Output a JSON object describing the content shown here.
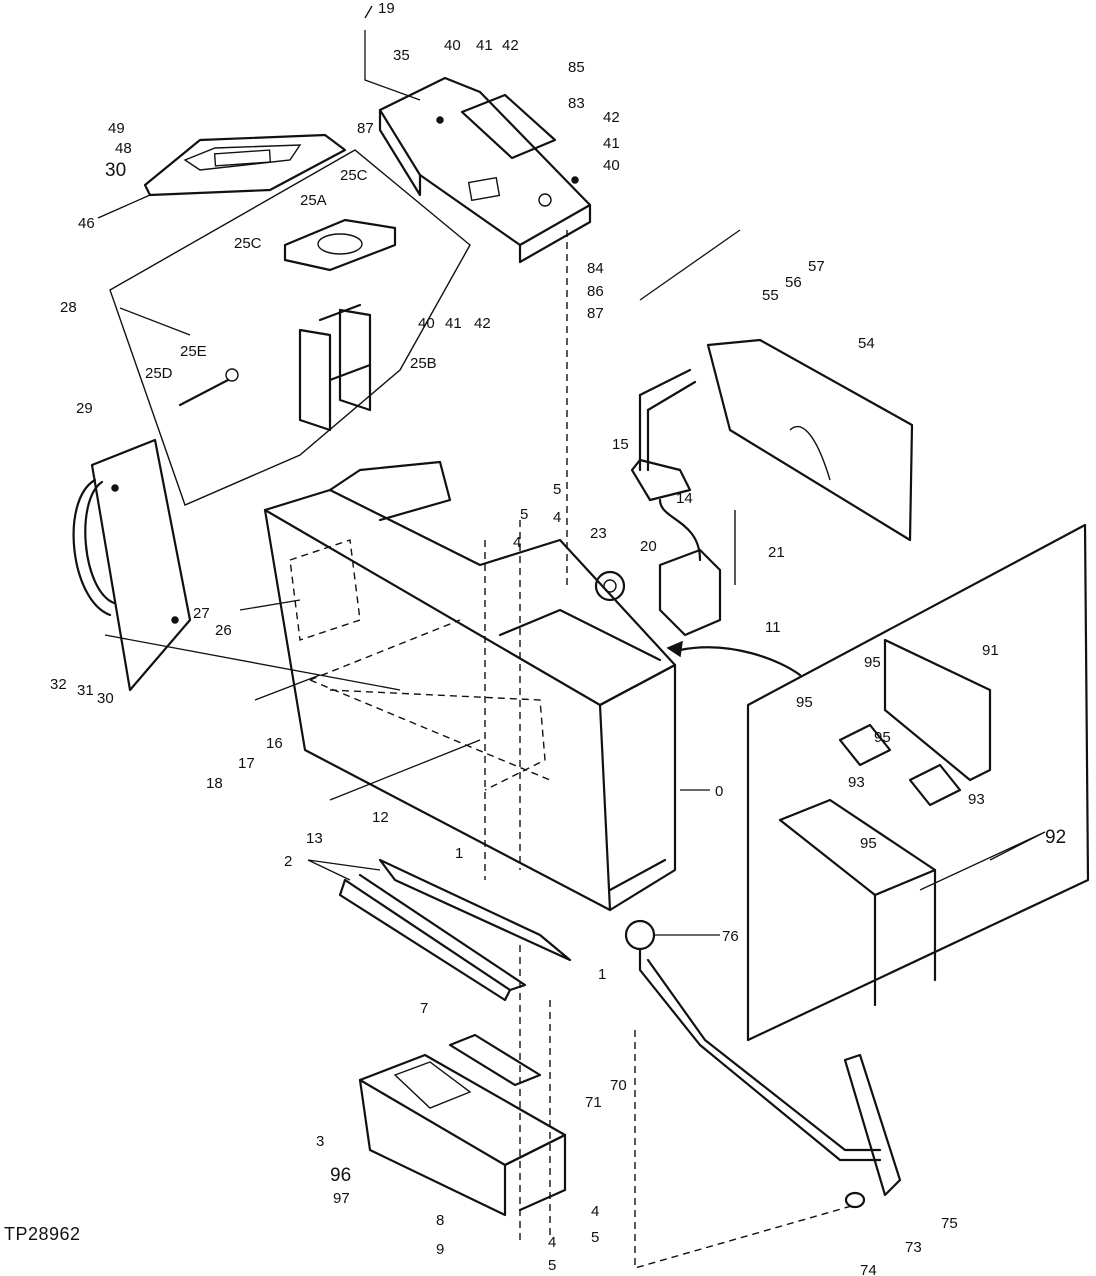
{
  "reference_code": "TP28962",
  "callouts": {
    "c19": "19",
    "c35": "35",
    "c40a": "40",
    "c41a": "41",
    "c42a": "42",
    "c85": "85",
    "c87a": "87",
    "c83": "83",
    "c42b": "42",
    "c41b": "41",
    "c40b": "40",
    "c49": "49",
    "c48": "48",
    "c30a": "30",
    "c46": "46",
    "c25C1": "25C",
    "c25A": "25A",
    "c25C2": "25C",
    "c28": "28",
    "c40c": "40",
    "c41c": "41",
    "c42c": "42",
    "c84": "84",
    "c86": "86",
    "c87b": "87",
    "c55": "55",
    "c56": "56",
    "c57": "57",
    "c54": "54",
    "c25E": "25E",
    "c25D": "25D",
    "c25B": "25B",
    "c29": "29",
    "c15": "15",
    "c14": "14",
    "c20": "20",
    "c21": "21",
    "c23": "23",
    "c11": "11",
    "c5a": "5",
    "c5b": "5",
    "c4a": "4",
    "c4b": "4",
    "c27": "27",
    "c26": "26",
    "c32": "32",
    "c31": "31",
    "c30b": "30",
    "c16": "16",
    "c17": "17",
    "c18": "18",
    "c0": "0",
    "c12": "12",
    "c13": "13",
    "c2": "2",
    "c1a": "1",
    "c1b": "1",
    "c7": "7",
    "c3": "3",
    "c96": "96",
    "c97": "97",
    "c8": "8",
    "c9": "9",
    "c4c": "4",
    "c5c": "5",
    "c4d": "4",
    "c5d": "5",
    "c70": "70",
    "c71": "71",
    "c76": "76",
    "c73": "73",
    "c74": "74",
    "c75": "75",
    "c91": "91",
    "c95a": "95",
    "c95b": "95",
    "c95c": "95",
    "c95d": "95",
    "c93a": "93",
    "c93b": "93",
    "c92": "92"
  }
}
